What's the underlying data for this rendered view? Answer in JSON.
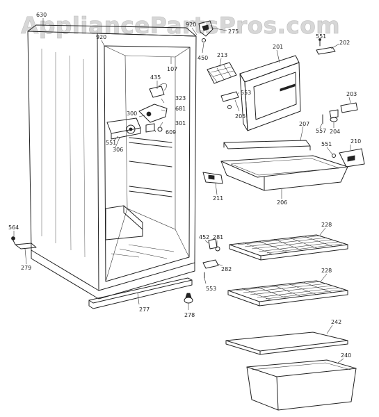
{
  "watermark": "AppliancePartsPros.com",
  "callouts": [
    {
      "id": "630",
      "text": "630"
    },
    {
      "id": "920a",
      "text": "920"
    },
    {
      "id": "920b",
      "text": "920"
    },
    {
      "id": "275",
      "text": "275"
    },
    {
      "id": "450",
      "text": "450"
    },
    {
      "id": "107",
      "text": "107"
    },
    {
      "id": "213",
      "text": "213"
    },
    {
      "id": "201",
      "text": "201"
    },
    {
      "id": "551a",
      "text": "551"
    },
    {
      "id": "202",
      "text": "202"
    },
    {
      "id": "435",
      "text": "435"
    },
    {
      "id": "323",
      "text": "323"
    },
    {
      "id": "553a",
      "text": "553"
    },
    {
      "id": "681",
      "text": "681"
    },
    {
      "id": "205",
      "text": "205"
    },
    {
      "id": "203",
      "text": "203"
    },
    {
      "id": "300",
      "text": "300"
    },
    {
      "id": "301",
      "text": "301"
    },
    {
      "id": "557",
      "text": "557"
    },
    {
      "id": "204",
      "text": "204"
    },
    {
      "id": "609",
      "text": "609"
    },
    {
      "id": "207",
      "text": "207"
    },
    {
      "id": "551b",
      "text": "551"
    },
    {
      "id": "306",
      "text": "306"
    },
    {
      "id": "551c",
      "text": "551"
    },
    {
      "id": "210",
      "text": "210"
    },
    {
      "id": "211",
      "text": "211"
    },
    {
      "id": "206",
      "text": "206"
    },
    {
      "id": "564",
      "text": "564"
    },
    {
      "id": "228a",
      "text": "228"
    },
    {
      "id": "452",
      "text": "452"
    },
    {
      "id": "281",
      "text": "281"
    },
    {
      "id": "279",
      "text": "279"
    },
    {
      "id": "282",
      "text": "282"
    },
    {
      "id": "553b",
      "text": "553"
    },
    {
      "id": "228b",
      "text": "228"
    },
    {
      "id": "277",
      "text": "277"
    },
    {
      "id": "278",
      "text": "278"
    },
    {
      "id": "242",
      "text": "242"
    },
    {
      "id": "240",
      "text": "240"
    }
  ]
}
